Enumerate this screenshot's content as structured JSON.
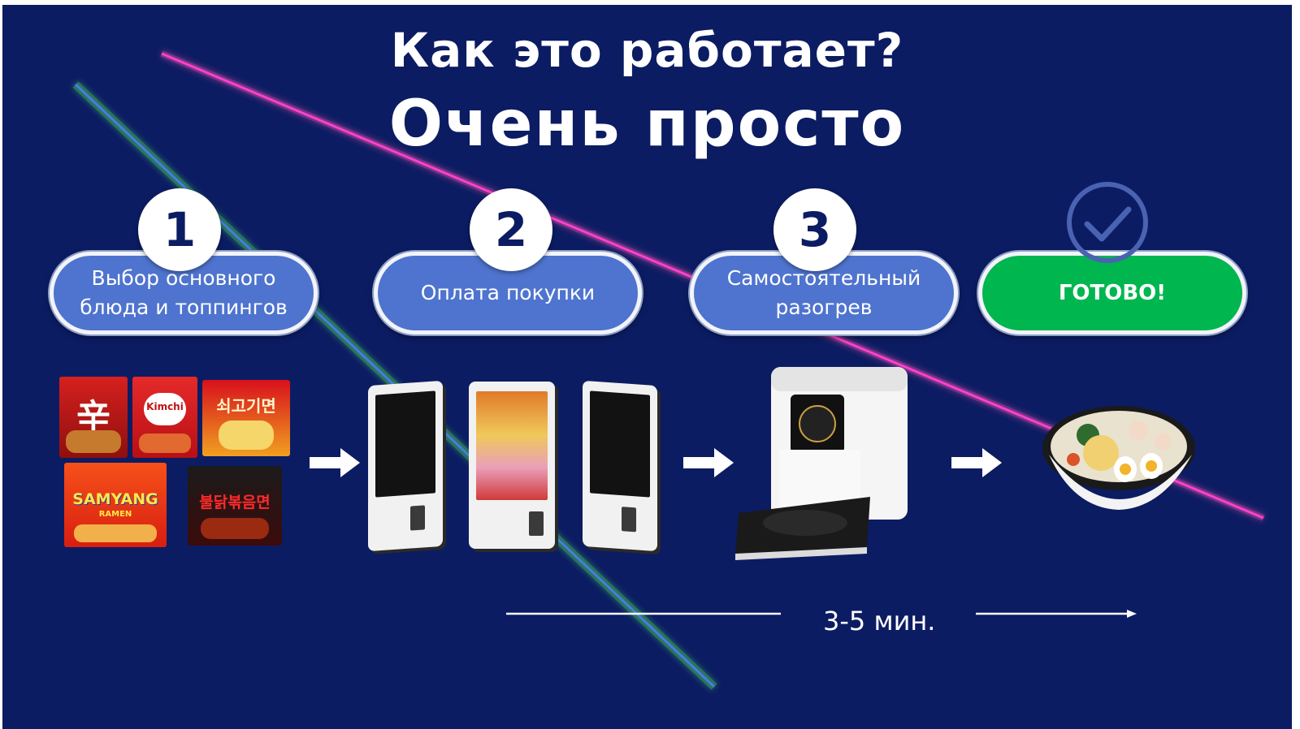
{
  "title": "Как это работает?",
  "subtitle": "Очень просто",
  "steps": [
    {
      "number": "1",
      "label_line1": "Выбор основного",
      "label_line2": "блюда и топпингов"
    },
    {
      "number": "2",
      "label": "Оплата покупки"
    },
    {
      "number": "3",
      "label_line1": "Самостоятельный",
      "label_line2": "разогрев"
    }
  ],
  "done_label": "ГОТОВО!",
  "timer_label": "3-5 мин.",
  "packs": {
    "shin": "辛",
    "kimchi": "Kimchi",
    "beef": "쇠고기면",
    "samyang_line1": "SAMYANG",
    "samyang_line2": "RAMEN",
    "buldak": "불닭볶음면"
  },
  "colors": {
    "background": "#0c1c63",
    "pill_blue": "#4f74cf",
    "pill_green": "#00b64f",
    "neon_magenta": "#e03cc8",
    "neon_green": "#5cd67a"
  }
}
